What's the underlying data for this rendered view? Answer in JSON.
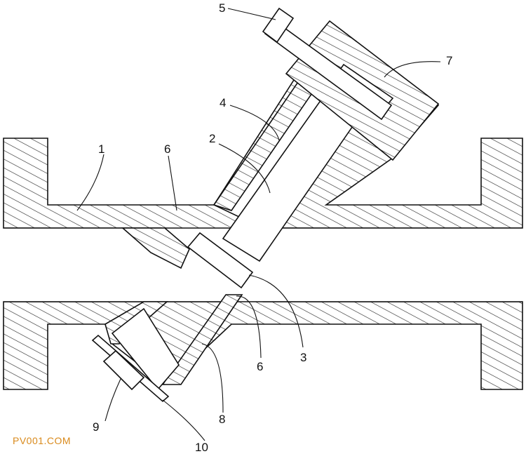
{
  "labels": {
    "l1": "1",
    "l2": "2",
    "l3": "3",
    "l4": "4",
    "l5": "5",
    "l6a": "6",
    "l6b": "6",
    "l7": "7",
    "l8": "8",
    "l9": "9",
    "l10": "10"
  },
  "watermark": "PV001.COM"
}
